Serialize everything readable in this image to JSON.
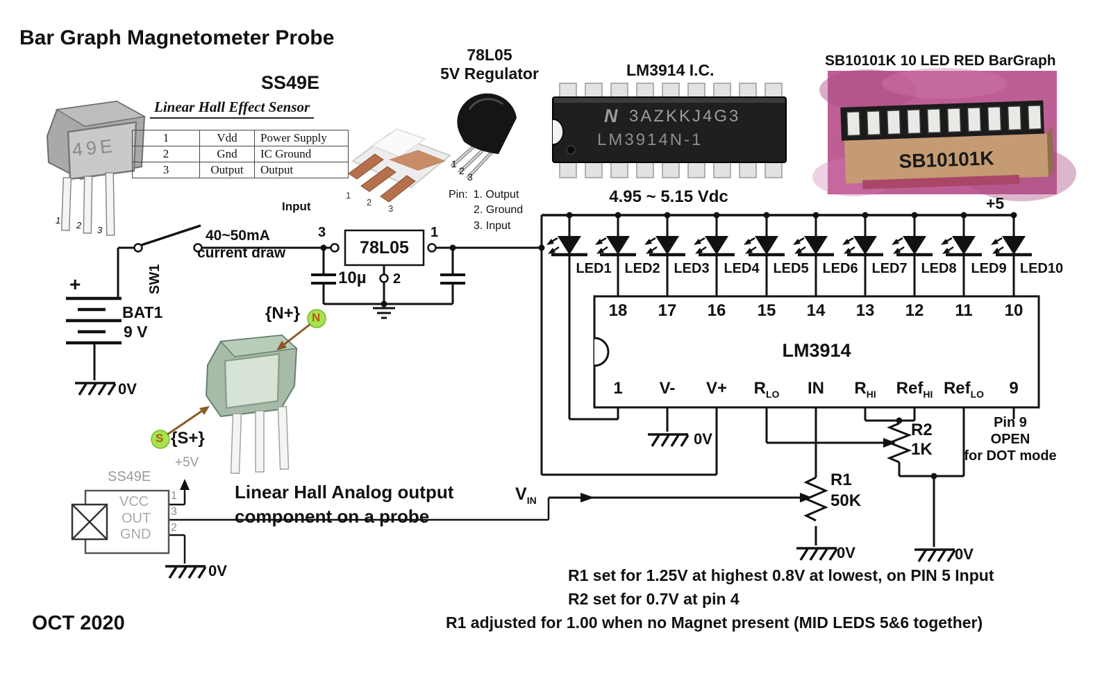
{
  "title": "Bar Graph Magnetometer Probe",
  "date_label": "OCT 2020",
  "hall_sensor": {
    "part_number": "SS49E",
    "subtitle": "Linear Hall Effect Sensor",
    "package_marking": "49E",
    "leg_labels": [
      "1",
      "2",
      "3"
    ],
    "pin_table": [
      {
        "pin": "1",
        "name": "Vdd",
        "desc": "Power Supply"
      },
      {
        "pin": "2",
        "name": "Gnd",
        "desc": "IC Ground"
      },
      {
        "pin": "3",
        "name": "Output",
        "desc": "Output"
      }
    ]
  },
  "regulator": {
    "title_line1": "78L05",
    "title_line2": "5V Regulator",
    "leg_labels": [
      "1",
      "2",
      "3"
    ],
    "pinout_heading": "Pin:",
    "pinout": [
      "1. Output",
      "2. Ground",
      "3. Input"
    ],
    "block_label": "78L05",
    "cap_label": "10µ",
    "pin3_label": "3",
    "pin1_label": "1",
    "pin2_label": "2",
    "input_label": "Input",
    "internal_leg_labels": [
      "1",
      "2",
      "3"
    ]
  },
  "ic_photo": {
    "title": "LM3914 I.C.",
    "logo": "N",
    "marking_line1": "3AZKKJ4G3",
    "marking_line2": "LM3914N-1"
  },
  "bargraph_photo": {
    "title": "SB10101K 10 LED RED BarGraph",
    "marking": "SB10101K"
  },
  "power": {
    "battery_plus": "+",
    "battery_name": "BAT1",
    "battery_voltage": "9 V",
    "switch_name": "SW1",
    "current_note_line1": "40~50mA",
    "current_note_line2": "current draw",
    "rail_label": "4.95 ~ 5.15 Vdc",
    "plus5_label": "+5"
  },
  "leds": [
    "LED1",
    "LED2",
    "LED3",
    "LED4",
    "LED5",
    "LED6",
    "LED7",
    "LED8",
    "LED9",
    "LED10"
  ],
  "chip": {
    "name": "LM3914",
    "top_pins": [
      "18",
      "17",
      "16",
      "15",
      "14",
      "13",
      "12",
      "11",
      "10"
    ],
    "bottom_pins": [
      {
        "main": "1",
        "sub": ""
      },
      {
        "main": "V-",
        "sub": ""
      },
      {
        "main": "V+",
        "sub": ""
      },
      {
        "main": "R",
        "sub": "LO"
      },
      {
        "main": "IN",
        "sub": ""
      },
      {
        "main": "R",
        "sub": "HI"
      },
      {
        "main": "Ref",
        "sub": "HI"
      },
      {
        "main": "Ref",
        "sub": "LO"
      },
      {
        "main": "9",
        "sub": ""
      }
    ],
    "pin9_note_line1": "Pin 9",
    "pin9_note_line2": "OPEN",
    "pin9_note_line3": "for DOT mode"
  },
  "resistors": {
    "r1_name": "R1",
    "r1_value": "50K",
    "r2_name": "R2",
    "r2_value": "1K"
  },
  "grounds": {
    "battery": "0V",
    "v_minus": "0V",
    "r1": "0V",
    "r2": "0V",
    "probe": "0V"
  },
  "magnet": {
    "n_tag": "{N+}",
    "n_letter": "N",
    "s_tag": "{S+}",
    "s_letter": "S"
  },
  "probe": {
    "name": "SS49E",
    "vcc": "VCC",
    "out": "OUT",
    "gnd": "GND",
    "plus5v": "+5V",
    "pin1": "1",
    "pin3": "3",
    "pin2": "2",
    "caption_line1": "Linear Hall Analog output",
    "caption_line2": "component on a probe",
    "vin_main": "V",
    "vin_sub": "IN"
  },
  "notes": {
    "line1": "R1 set for 1.25V at highest 0.8V at lowest, on PIN 5 Input",
    "line2": "R2 set for 0.7V at pin 4",
    "line3": "R1 adjusted for 1.00 when no Magnet present (MID LEDS 5&6 together)"
  }
}
